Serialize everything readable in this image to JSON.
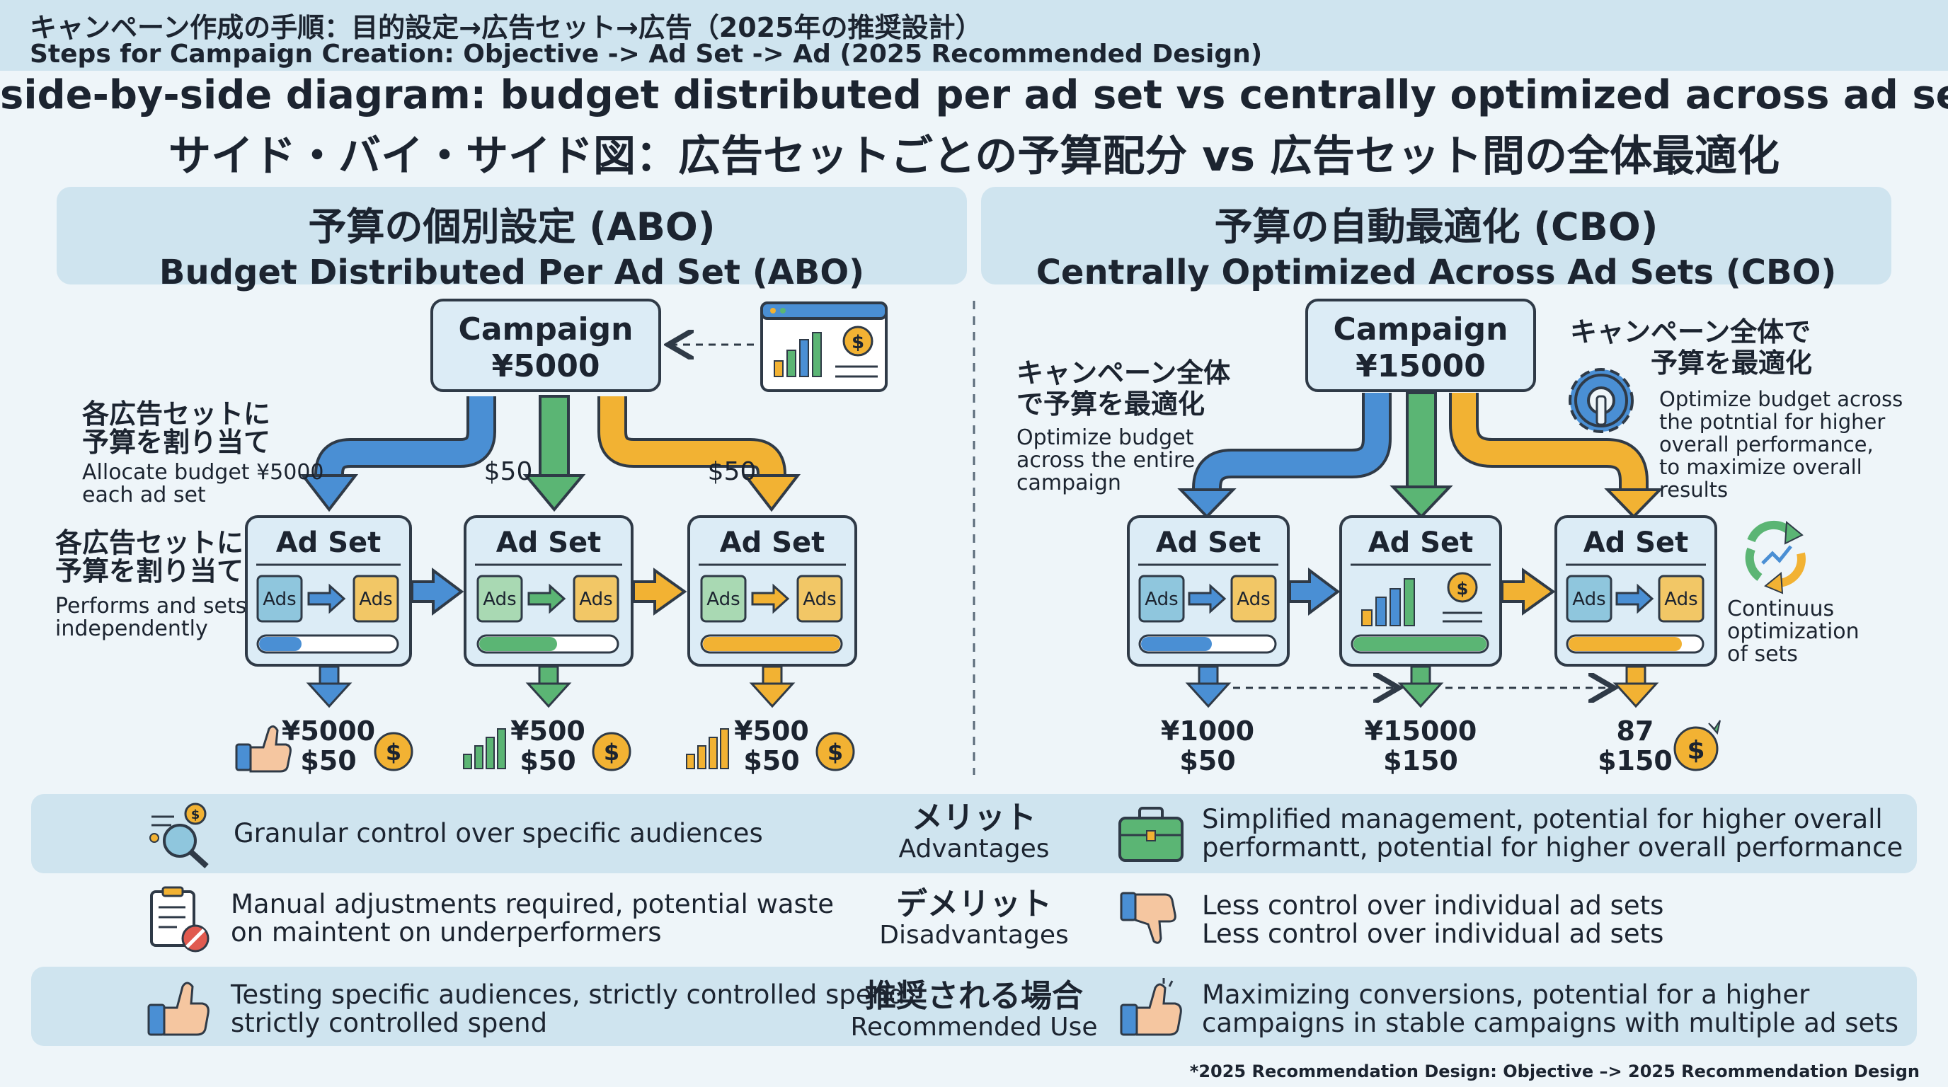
{
  "header": {
    "title_jp": "キャンペーン作成の手順：目的設定→広告セット→広告（2025年の推奨設計）",
    "title_en": "Steps for Campaign Creation: Objective -> Ad Set -> Ad (2025 Recommended Design)"
  },
  "main_title": {
    "en": "side-by-side diagram: budget distributed per ad set vs centrally optimized across ad sets",
    "jp": "サイド・バイ・サイド図：広告セットごとの予算配分 vs 広告セット間の全体最適化"
  },
  "abo": {
    "heading_jp": "予算の個別設定 (ABO)",
    "heading_en": "Budget Distributed Per Ad Set (ABO)",
    "campaign_label": "Campaign",
    "campaign_budget": "¥5000",
    "note1_jp_line1": "各広告セットに",
    "note1_jp_line2": "予算を割り当て",
    "note1_en_line1": "Allocate budget ¥5000",
    "note1_en_line2": "each ad set",
    "note2_jp_line1": "各広告セットに",
    "note2_jp_line2": "予算を割り当て",
    "note2_en_line1": "Performs and sets",
    "note2_en_line2": "independently",
    "arrow_label_mid": "$50",
    "arrow_label_right": "$50",
    "adset_label": "Ad Set",
    "ads_label": "Ads",
    "results": [
      {
        "top": "¥5000",
        "bottom": "$50"
      },
      {
        "top": "¥500",
        "bottom": "$50"
      },
      {
        "top": "¥500",
        "bottom": "$50"
      }
    ]
  },
  "cbo": {
    "heading_jp": "予算の自動最適化 (CBO)",
    "heading_en": "Centrally Optimized Across Ad Sets (CBO)",
    "campaign_label": "Campaign",
    "campaign_budget": "¥15000",
    "note_left_jp_line1": "キャンペーン全体",
    "note_left_jp_line2": "で予算を最適化",
    "note_left_en_line1": "Optimize budget",
    "note_left_en_line2": "across the entire",
    "note_left_en_line3": "campaign",
    "note_right_jp_line1": "キャンペーン全体で",
    "note_right_jp_line2": "予算を最適化",
    "note_right_en_line1": "Optimize budget across",
    "note_right_en_line2": "the potntial for higher",
    "note_right_en_line3": "overall performance,",
    "note_right_en_line4": "to maximize overall",
    "note_right_en_line5": "results",
    "note_cycle_line1": "Continuus",
    "note_cycle_line2": "optimization",
    "note_cycle_line3": "of sets",
    "adset_label": "Ad Set",
    "ads_label": "Ads",
    "results": [
      {
        "top": "¥1000",
        "bottom": "$50"
      },
      {
        "top": "¥15000",
        "bottom": "$150"
      },
      {
        "top": "87",
        "bottom": "$150"
      }
    ]
  },
  "comparison": {
    "advantages": {
      "jp": "メリット",
      "en": "Advantages",
      "abo": "Granular control over specific audiences",
      "cbo_line1": "Simplified management, potential for higher overall",
      "cbo_line2": "performantt, potential for higher overall performance"
    },
    "disadvantages": {
      "jp": "デメリット",
      "en": "Disadvantages",
      "abo_line1": "Manual adjustments required, potential waste",
      "abo_line2": "on maintent on underperformers",
      "cbo_line1": "Less control over individual ad sets",
      "cbo_line2": "Less control over individual ad sets"
    },
    "recommended": {
      "jp": "推奨される場合",
      "en": "Recommended Use",
      "abo_line1": "Testing specific audiences, strictly controlled spend",
      "abo_line2": "strictly controlled spend",
      "cbo_line1": "Maximizing conversions, potential for a  higher",
      "cbo_line2": "campaigns in stable campaigns with multiple ad sets"
    }
  },
  "footnote": "*2025 Recommendation Design: Objective –> 2025 Recommendation Design",
  "colors": {
    "blue": "#4a8fd4",
    "green": "#5bb574",
    "yellow": "#f2b233",
    "band": "#cfe4ef",
    "box": "#dcecf6",
    "stroke": "#2f3a47"
  }
}
